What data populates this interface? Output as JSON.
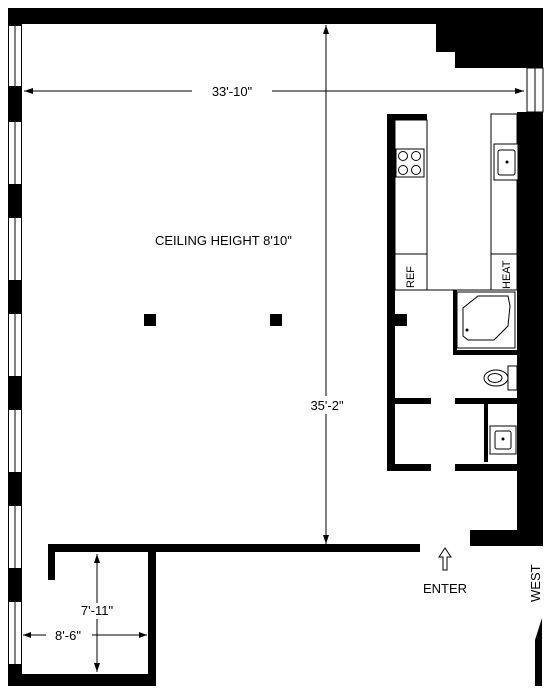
{
  "plan": {
    "ceiling_label": "CEILING HEIGHT 8'10\"",
    "dimensions": {
      "width": "33'-10\"",
      "length": "35'-2\"",
      "alcove_depth": "7'-11\"",
      "alcove_width": "8'-6\""
    },
    "fixtures": {
      "refrigerator": "REF",
      "heater": "HEAT"
    },
    "entrance_label": "ENTER",
    "orientation_label": "WEST"
  }
}
